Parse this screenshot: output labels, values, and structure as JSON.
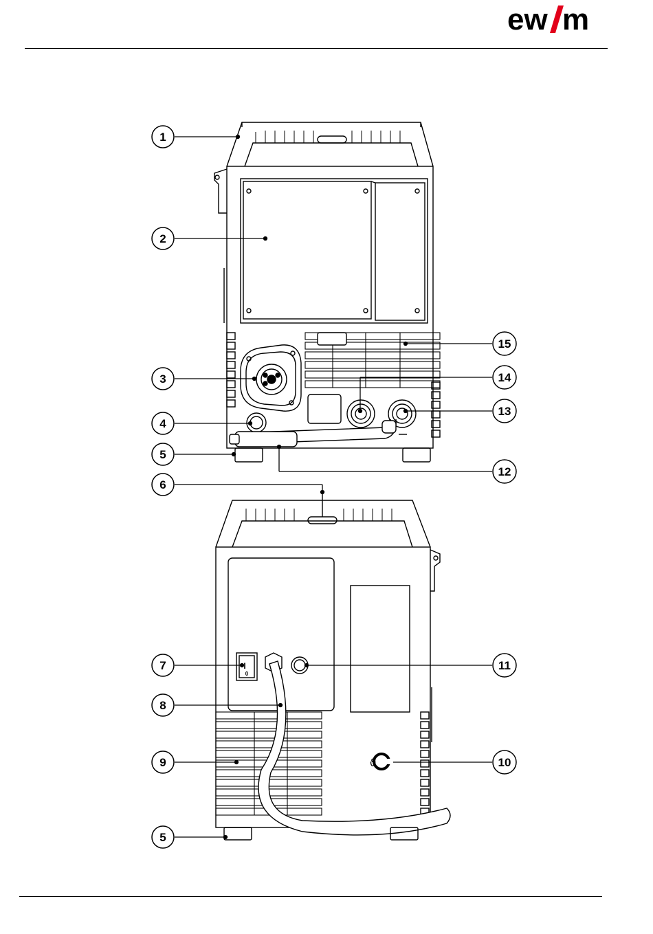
{
  "header": {
    "logo_text": "ew/m",
    "accent_color": "#e2001a"
  },
  "callouts": [
    {
      "id": "c1",
      "number": "1"
    },
    {
      "id": "c2",
      "number": "2"
    },
    {
      "id": "c3",
      "number": "3"
    },
    {
      "id": "c4",
      "number": "4"
    },
    {
      "id": "c5a",
      "number": "5"
    },
    {
      "id": "c6",
      "number": "6"
    },
    {
      "id": "c7",
      "number": "7"
    },
    {
      "id": "c8",
      "number": "8"
    },
    {
      "id": "c9",
      "number": "9"
    },
    {
      "id": "c5b",
      "number": "5"
    },
    {
      "id": "c15",
      "number": "15"
    },
    {
      "id": "c14",
      "number": "14"
    },
    {
      "id": "c13",
      "number": "13"
    },
    {
      "id": "c12",
      "number": "12"
    },
    {
      "id": "c11",
      "number": "11"
    },
    {
      "id": "c10",
      "number": "10"
    }
  ],
  "rear_switch": {
    "on_mark": "I",
    "off_mark": "0"
  }
}
